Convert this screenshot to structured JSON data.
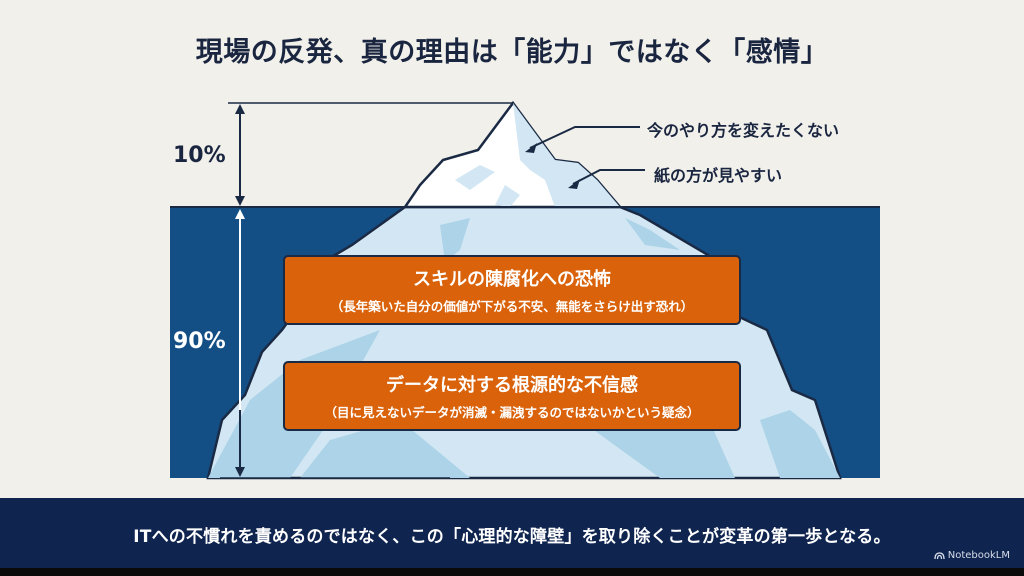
{
  "title": "現場の反発、真の理由は「能力」ではなく「感情」",
  "diagram": {
    "visible_percent": "10%",
    "hidden_percent": "90%",
    "above_surface_callouts": [
      "今のやり方を変えたくない",
      "紙の方が見やすい"
    ],
    "below_surface_boxes": [
      {
        "heading": "スキルの陳腐化への恐怖",
        "detail": "（長年築いた自分の価値が下がる不安、無能をさらけ出す恐れ）"
      },
      {
        "heading": "データに対する根源的な不信感",
        "detail": "（目に見えないデータが消滅・漏洩するのではないかという疑念）"
      }
    ],
    "colors": {
      "background": "#f1f0ea",
      "water": "#134e85",
      "ice_light": "#ffffff",
      "ice_mid": "#d2e7f3",
      "ice_shadow": "#acd3e8",
      "outline": "#1b2a44",
      "box_accent": "#d9620b"
    }
  },
  "footer": {
    "message": "ITへの不慣れを責めるのではなく、この「心理的な障壁」を取り除くことが変革の第一歩となる。",
    "brand": "NotebookLM",
    "brand_icon": "notebooklm-logo-icon"
  }
}
